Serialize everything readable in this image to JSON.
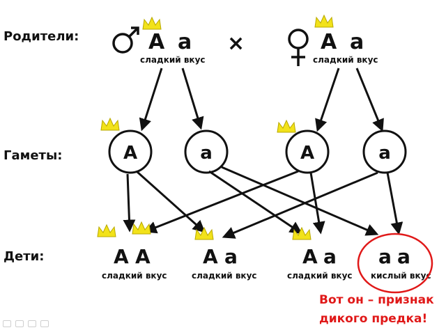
{
  "rows": {
    "parents": "Родители:",
    "gametes": "Гаметы:",
    "children": "Дети:"
  },
  "parents": {
    "male": {
      "symbol": "♂",
      "symbol_name": "male-symbol-icon",
      "dominant": "A",
      "recessive": "a",
      "trait": "сладкий вкус"
    },
    "cross_sign": "×",
    "female": {
      "symbol": "♀",
      "symbol_name": "female-symbol-icon",
      "dominant": "A",
      "recessive": "a",
      "trait": "сладкий вкус"
    }
  },
  "gametes": [
    "A",
    "a",
    "A",
    "a"
  ],
  "children": [
    {
      "first": "A",
      "second": "A",
      "trait": "сладкий вкус"
    },
    {
      "first": "A",
      "second": "a",
      "trait": "сладкий вкус"
    },
    {
      "first": "A",
      "second": "a",
      "trait": "сладкий вкус"
    },
    {
      "first": "a",
      "second": "a",
      "trait": "кислый вкус"
    }
  ],
  "note": {
    "line1": "Вот он – признак",
    "line2": "дикого предка!"
  },
  "colors": {
    "text": "#111111",
    "crown": "#f2e21a",
    "crown_outline": "#b8a800",
    "highlight_circle": "#e01818",
    "note_text": "#e01818",
    "arrow": "#111111"
  }
}
